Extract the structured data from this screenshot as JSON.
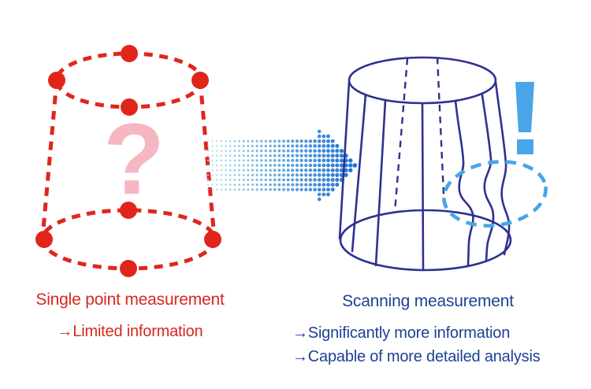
{
  "left": {
    "title": "Single point measurement",
    "note": "→Limited information",
    "question_mark": "?"
  },
  "right": {
    "title": "Scanning measurement",
    "notes": [
      "→Significantly more information",
      "→Capable of more detailed analysis"
    ]
  },
  "colors": {
    "red": "#e0261b",
    "red_text": "#d6281e",
    "pink": "#f6b6c2",
    "navy": "#2e3192",
    "navy_text": "#1d4094",
    "light_blue": "#49a5e8",
    "arrow_tail": "#aadee8",
    "arrow_head": "#1a6fd2"
  }
}
